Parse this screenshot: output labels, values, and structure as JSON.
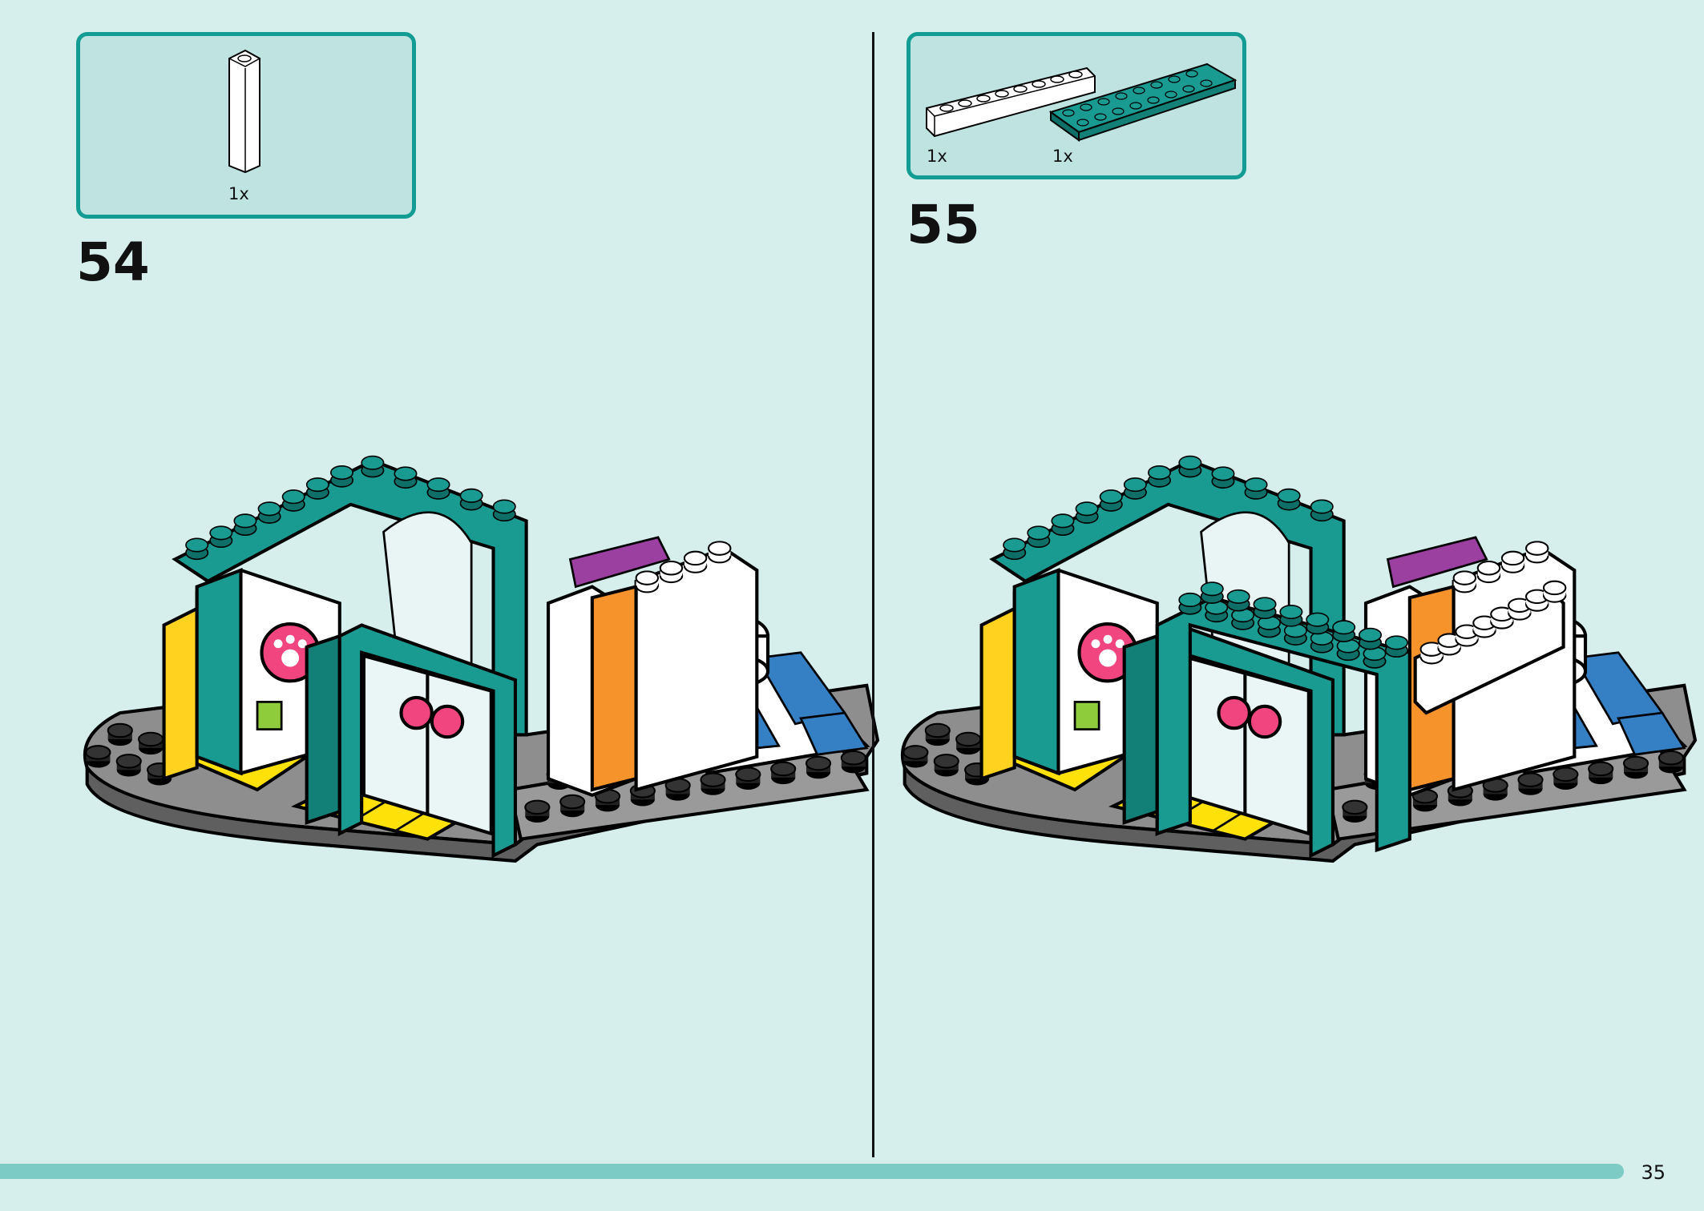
{
  "steps": [
    {
      "number": "54",
      "parts": [
        {
          "qty": "1x",
          "part": "white brick 1x1x6"
        }
      ]
    },
    {
      "number": "55",
      "parts": [
        {
          "qty": "1x",
          "part": "white brick 1x8"
        },
        {
          "qty": "1x",
          "part": "teal plate 2x8"
        }
      ]
    }
  ],
  "page": {
    "number": "35"
  },
  "colors": {
    "background": "#d6eeec",
    "accent": "#129c93",
    "teal": "#1a9b91",
    "pink": "#f0457e",
    "yellow": "#ffe10a",
    "orange": "#f7932b",
    "blue": "#3580c4",
    "gray": "#8e8e8e",
    "purple": "#9b3fa0"
  }
}
